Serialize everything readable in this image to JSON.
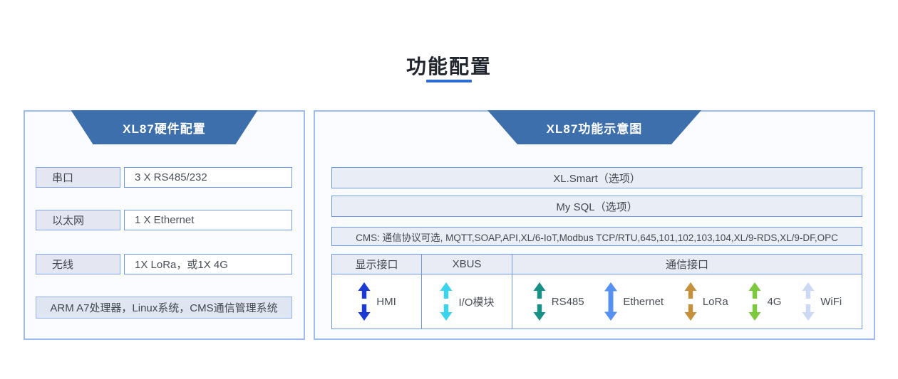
{
  "page": {
    "title": "功能配置"
  },
  "colors": {
    "accent_underline": "#2e6bd0",
    "header_trapezoid": "#3d6fad",
    "panel_border": "#9dbdf2",
    "cell_border": "#6d99ec"
  },
  "hardware_panel": {
    "header": "XL87硬件配置",
    "rows": [
      {
        "label": "串口",
        "value": "3 X RS485/232"
      },
      {
        "label": "以太网",
        "value": "1 X Ethernet"
      },
      {
        "label": "无线",
        "value": "1X LoRa，或1X 4G"
      }
    ],
    "footer": "ARM A7处理器，Linux系统，CMS通信管理系统"
  },
  "function_panel": {
    "header": "XL87功能示意图",
    "bars": {
      "xlsmart": "XL.Smart（选项）",
      "mysql": "My SQL（选项）",
      "cms": "CMS: 通信协议可选, MQTT,SOAP,API,XL/6-IoT,Modbus TCP/RTU,645,101,102,103,104,XL/9-RDS,XL/9-DF,OPC"
    },
    "table": {
      "headers": [
        "显示接口",
        "XBUS",
        "通信接口"
      ],
      "display_items": [
        {
          "label": "HMI",
          "color": "#1a3ad2",
          "gap": true,
          "icon": "hmi-double-arrow-icon"
        }
      ],
      "xbus_items": [
        {
          "label": "I/O模块",
          "color": "#3bd4ee",
          "gap": true,
          "icon": "io-module-double-arrow-icon"
        }
      ],
      "comm_items": [
        {
          "label": "RS485",
          "color": "#189086",
          "gap": true,
          "icon": "rs485-double-arrow-icon"
        },
        {
          "label": "Ethernet",
          "color": "#5590f2",
          "gap": false,
          "icon": "ethernet-double-arrow-icon"
        },
        {
          "label": "LoRa",
          "color": "#c3923a",
          "gap": true,
          "icon": "lora-double-arrow-icon"
        },
        {
          "label": "4G",
          "color": "#7cc83f",
          "gap": true,
          "icon": "4g-double-arrow-icon"
        },
        {
          "label": "WiFi",
          "color": "#ccd9f5",
          "gap": true,
          "icon": "wifi-double-arrow-icon"
        }
      ]
    }
  }
}
